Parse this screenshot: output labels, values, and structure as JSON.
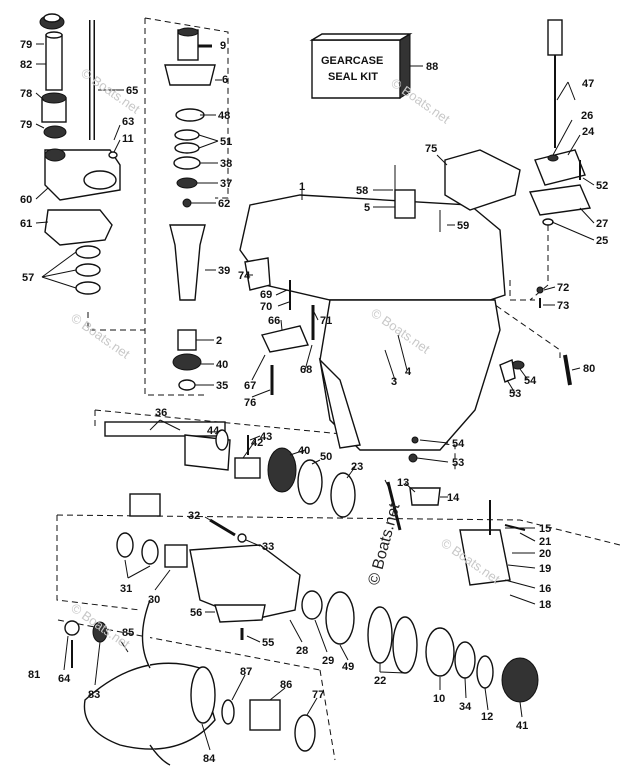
{
  "seal_kit": {
    "line1": "GEARCASE",
    "line2": "SEAL KIT"
  },
  "watermarks": [
    "© Boats.net",
    "© Boats.net",
    "© Boats.net",
    "© Boats.net",
    "© Boats.net",
    "© Boats.net"
  ],
  "big_watermark": "© Boats.net",
  "labels": {
    "l1": "1",
    "l2": "2",
    "l3": "3",
    "l4": "4",
    "l5": "5",
    "l6": "6",
    "l9": "9",
    "l10": "10",
    "l11": "11",
    "l12": "12",
    "l13": "13",
    "l14": "14",
    "l15": "15",
    "l16": "16",
    "l18": "18",
    "l19": "19",
    "l20": "20",
    "l21": "21",
    "l22": "22",
    "l23": "23",
    "l24": "24",
    "l25": "25",
    "l26": "26",
    "l27": "27",
    "l28": "28",
    "l29": "29",
    "l30": "30",
    "l31": "31",
    "l32": "32",
    "l33": "33",
    "l34": "34",
    "l35": "35",
    "l36": "36",
    "l37": "37",
    "l38": "38",
    "l39": "39",
    "l40a": "40",
    "l40b": "40",
    "l41": "41",
    "l42": "42",
    "l43": "43",
    "l44": "44",
    "l47": "47",
    "l48": "48",
    "l49": "49",
    "l50": "50",
    "l51": "51",
    "l52": "52",
    "l53a": "53",
    "l53b": "53",
    "l54a": "54",
    "l54b": "54",
    "l55": "55",
    "l56": "56",
    "l57": "57",
    "l58": "58",
    "l59": "59",
    "l60": "60",
    "l61": "61",
    "l62": "62",
    "l63": "63",
    "l64": "64",
    "l65": "65",
    "l66": "66",
    "l67": "67",
    "l68": "68",
    "l69": "69",
    "l70": "70",
    "l71": "71",
    "l72": "72",
    "l73": "73",
    "l74": "74",
    "l75": "75",
    "l76": "76",
    "l77": "77",
    "l78": "78",
    "l79a": "79",
    "l79b": "79",
    "l80": "80",
    "l81": "81",
    "l82": "82",
    "l83": "83",
    "l84": "84",
    "l85": "85",
    "l86": "86",
    "l87": "87",
    "l88": "88"
  }
}
